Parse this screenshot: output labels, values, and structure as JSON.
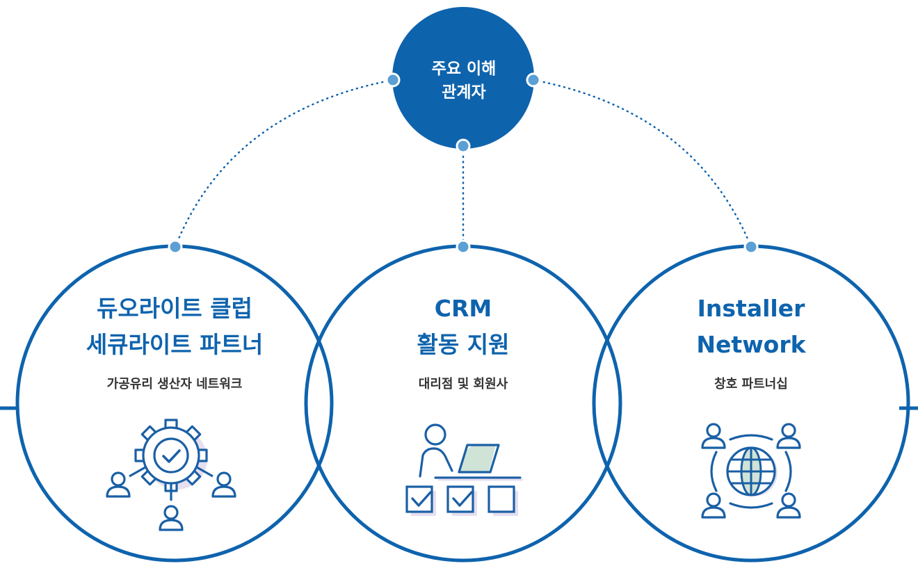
{
  "center": {
    "line1": "주요 이해",
    "line2": "관계자"
  },
  "colors": {
    "primary": "#0e63ad",
    "dot": "#5b9fd4",
    "icon": "#1a5fa5",
    "accent_green": "#cfe3d7",
    "accent_lilac": "#e6dff0"
  },
  "cards": [
    {
      "title_line1": "듀오라이트 클럽",
      "title_line2": "세큐라이트 파트너",
      "subtitle": "가공유리 생산자 네트워크",
      "icon": "gear-network-icon"
    },
    {
      "title_line1": "CRM",
      "title_line2": "활동 지원",
      "subtitle": "대리점 및 회원사",
      "icon": "laptop-checklist-icon"
    },
    {
      "title_line1": "Installer",
      "title_line2": "Network",
      "subtitle": "창호 파트너십",
      "icon": "globe-people-icon"
    }
  ]
}
